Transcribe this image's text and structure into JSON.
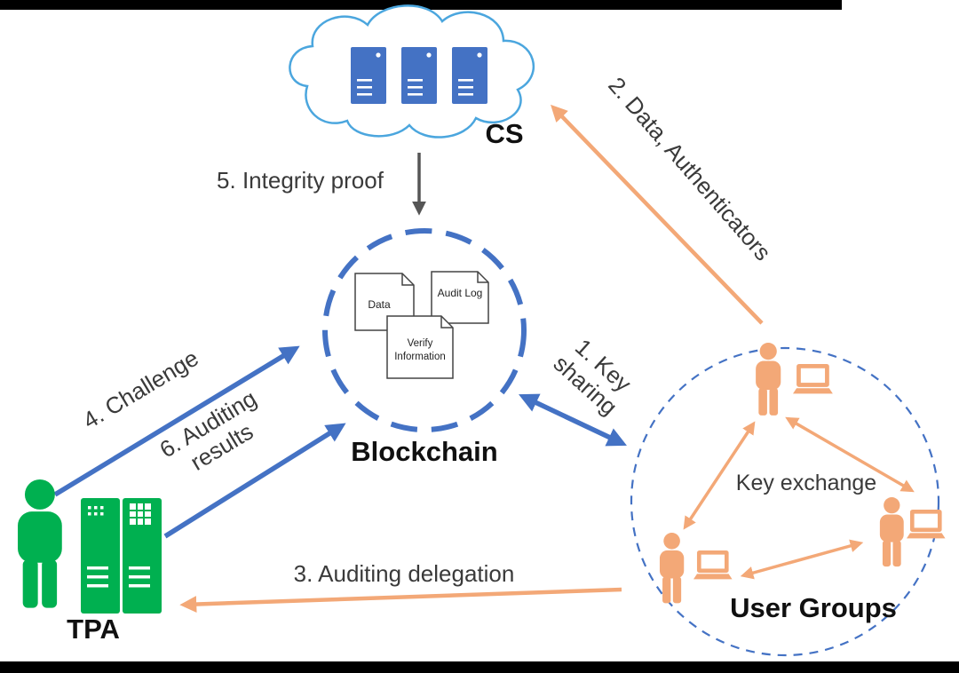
{
  "colors": {
    "arrow_blue": "#4472C4",
    "arrow_orange": "#F3A877",
    "tpa_green": "#00B050",
    "cloud_outline": "#4BA6DE",
    "dashed_circle_blue": "#4472C4",
    "label_gray": "#3a3a3a",
    "integrity_arrow_gray": "#565656",
    "letterbox_black": "#000000"
  },
  "nodes": {
    "cs": {
      "label": "CS"
    },
    "blockchain": {
      "label": "Blockchain",
      "doc_data": "Data",
      "doc_audit_log": "Audit Log",
      "doc_verify_line1": "Verify",
      "doc_verify_line2": "Information"
    },
    "tpa": {
      "label": "TPA"
    },
    "user_groups": {
      "label": "User Groups",
      "key_exchange_label": "Key exchange"
    }
  },
  "edges": {
    "key_sharing": {
      "line1": "1. Key",
      "line2": "sharing"
    },
    "data_authenticators": {
      "label": "2. Data, Authenticators"
    },
    "auditing_delegation": {
      "label": "3. Auditing delegation"
    },
    "challenge": {
      "label": "4. Challenge"
    },
    "integrity_proof": {
      "label": "5. Integrity proof"
    },
    "auditing_results": {
      "line1": "6. Auditing",
      "line2": "results"
    }
  }
}
